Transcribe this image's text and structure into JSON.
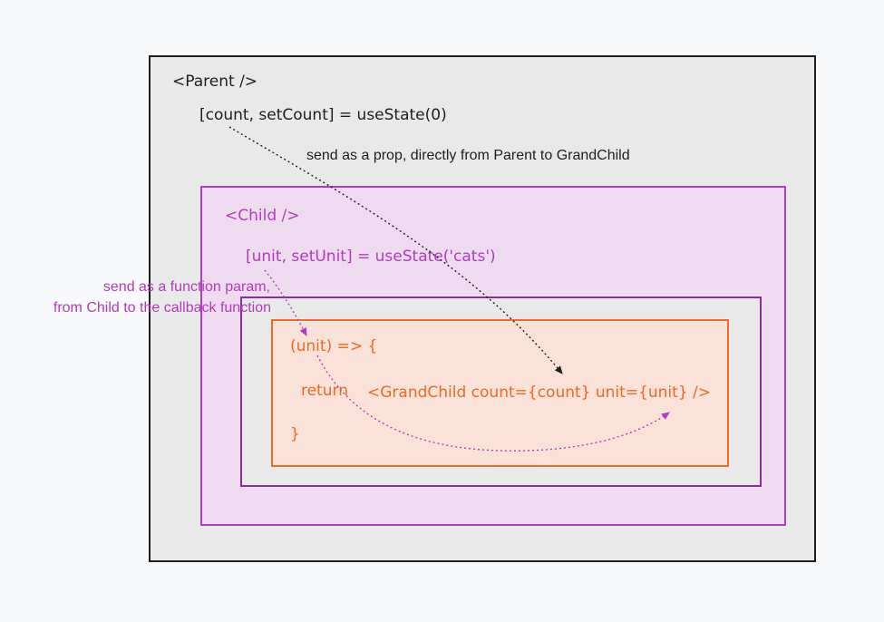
{
  "parent": {
    "tag": "<Parent />",
    "state": "[count, setCount] = useState(0)"
  },
  "notes": {
    "prop_note": "send as a prop, directly from Parent to GrandChild",
    "param_note_line1": "send as a function param,",
    "param_note_line2": "from Child to the callback function"
  },
  "child": {
    "tag": "<Child />",
    "state": "[unit, setUnit] = useState('cats')"
  },
  "callback": {
    "open": "(unit) => {",
    "return_kw": "return",
    "grandchild": "<GrandChild count={count} unit={unit} />",
    "close": "}"
  },
  "colors": {
    "dark": "#1e1e1e",
    "purple": "#b23cbf",
    "orange": "#eb6a27",
    "parent_bg": "#e9e9e9",
    "child_bg": "#eedbf0",
    "callback_bg": "#fbe2d8"
  }
}
